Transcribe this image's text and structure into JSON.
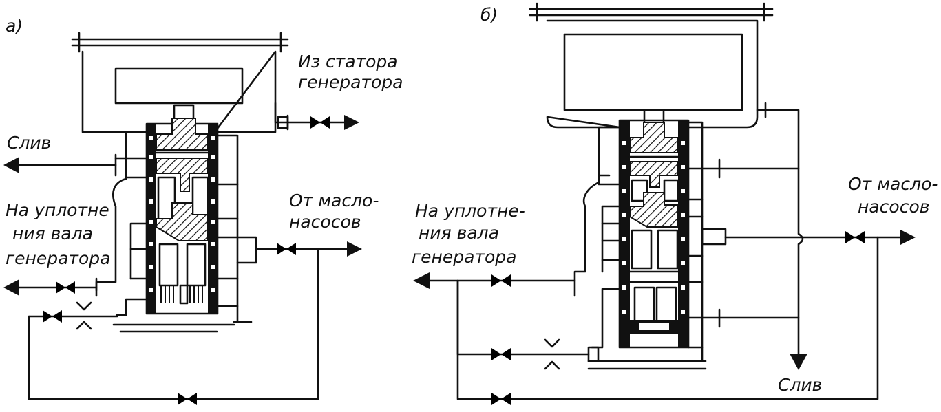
{
  "diagram_a": {
    "tag": "а)",
    "label_drain": "Слив",
    "label_stator_1": "Из статора",
    "label_stator_2": "генератора",
    "label_seals_1": "На уплотне",
    "label_seals_2": "ния вала",
    "label_seals_3": "генератора",
    "label_pumps_1": "От масло-",
    "label_pumps_2": "насосов"
  },
  "diagram_b": {
    "tag": "б)",
    "label_seals_1": "На уплотне-",
    "label_seals_2": "ния вала",
    "label_seals_3": "генератора",
    "label_pumps_1": "От масло-",
    "label_pumps_2": "насосов",
    "label_drain": "Слив"
  },
  "icons": [
    "valve-icon",
    "throttle-icon",
    "arrow-icon",
    "pump-piston-icon"
  ],
  "colors": {
    "ink": "#111111",
    "paper": "#ffffff"
  }
}
